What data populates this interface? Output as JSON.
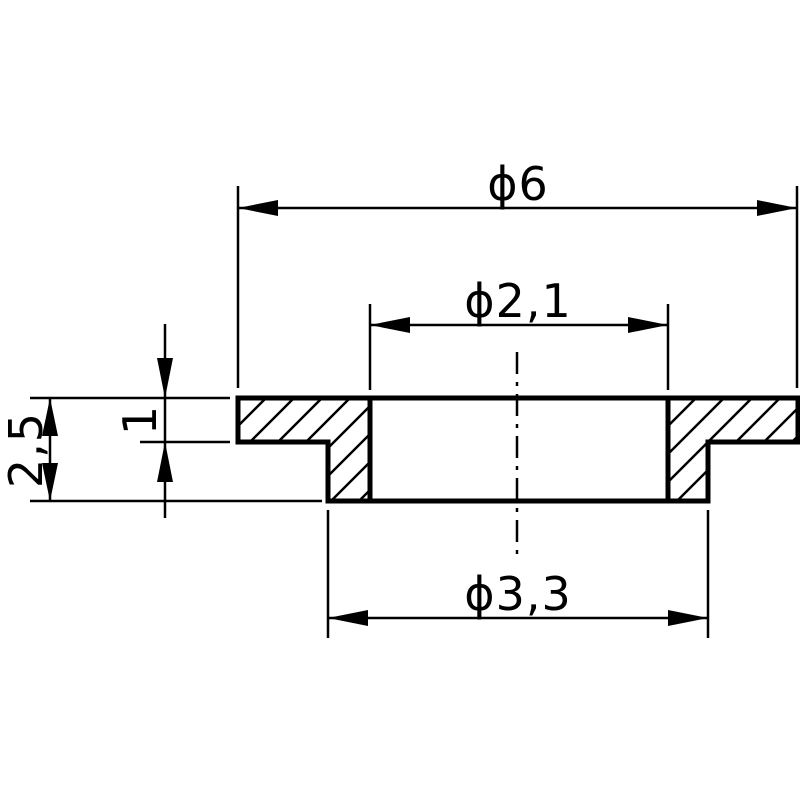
{
  "drawing": {
    "title": "",
    "dimensions": {
      "outer_diameter": "ϕ6",
      "hole_diameter": "ϕ2,1",
      "shoulder_diameter": "ϕ3,3",
      "total_height": "2,5",
      "flange_thickness": "1"
    }
  }
}
